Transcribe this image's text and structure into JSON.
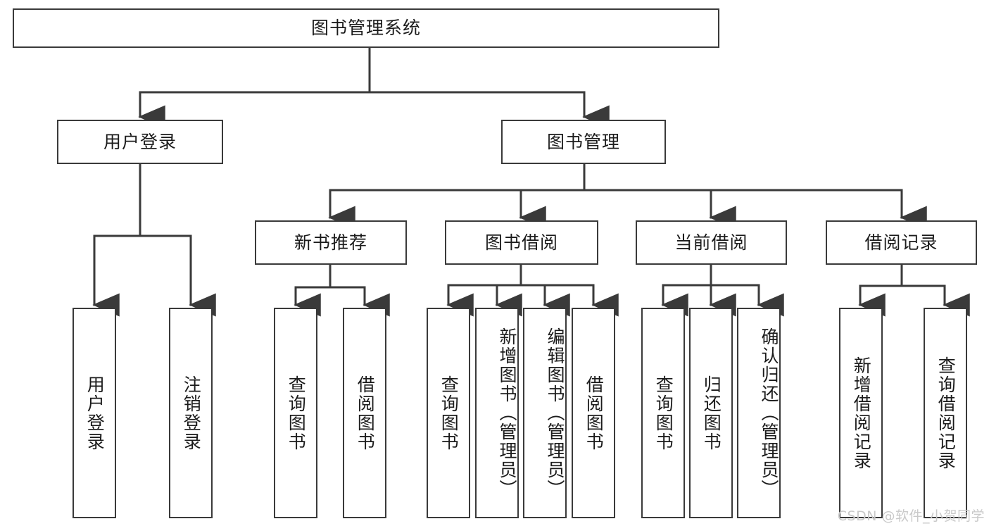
{
  "diagram": {
    "type": "tree",
    "title": "图书管理系统",
    "root": {
      "id": "root",
      "label": "图书管理系统"
    },
    "level2": [
      {
        "id": "user-login",
        "label": "用户登录"
      },
      {
        "id": "book-manage",
        "label": "图书管理"
      }
    ],
    "level3": [
      {
        "id": "new-book-recommend",
        "label": "新书推荐",
        "parent": "book-manage"
      },
      {
        "id": "book-borrow",
        "label": "图书借阅",
        "parent": "book-manage"
      },
      {
        "id": "current-borrow",
        "label": "当前借阅",
        "parent": "book-manage"
      },
      {
        "id": "borrow-record",
        "label": "借阅记录",
        "parent": "book-manage"
      }
    ],
    "leaves": {
      "user_login": [
        {
          "id": "leaf-user-login",
          "label": "用户登录"
        },
        {
          "id": "leaf-user-logout",
          "label": "注销登录"
        }
      ],
      "new_book_recommend": [
        {
          "id": "leaf-query-book-1",
          "label": "查询图书"
        },
        {
          "id": "leaf-borrow-book-1",
          "label": "借阅图书"
        }
      ],
      "book_borrow": [
        {
          "id": "leaf-query-book-2",
          "label": "查询图书"
        },
        {
          "id": "leaf-add-book",
          "label": "新增图书（管理员）"
        },
        {
          "id": "leaf-edit-book",
          "label": "编辑图书（管理员）"
        },
        {
          "id": "leaf-borrow-book-2",
          "label": "借阅图书"
        }
      ],
      "current_borrow": [
        {
          "id": "leaf-query-book-3",
          "label": "查询图书"
        },
        {
          "id": "leaf-return-book",
          "label": "归还图书"
        },
        {
          "id": "leaf-confirm-return",
          "label": "确认归还（管理员）"
        }
      ],
      "borrow_record": [
        {
          "id": "leaf-add-record",
          "label": "新增借阅记录"
        },
        {
          "id": "leaf-query-record",
          "label": "查询借阅记录"
        }
      ]
    }
  },
  "watermark": {
    "text": "CSDN @软件_小贺同学"
  },
  "colors": {
    "stroke": "#3a3a3a",
    "text": "#1b1b1b",
    "background": "#ffffff",
    "watermark": "#c9c9c9"
  }
}
